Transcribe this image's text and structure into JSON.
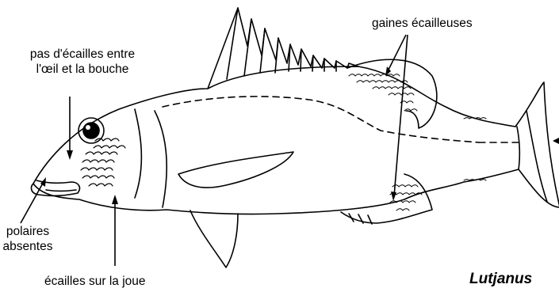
{
  "labels": {
    "gaines": "gaines écailleuses",
    "pas_line1": "pas d'écailles entre",
    "pas_line2": "l'œil et la bouche",
    "polaires_line1": "polaires",
    "polaires_line2": "absentes",
    "joue": "écailles sur la joue"
  },
  "genus": "Lutjanus",
  "colors": {
    "ink": "#000000",
    "paper": "#ffffff"
  }
}
